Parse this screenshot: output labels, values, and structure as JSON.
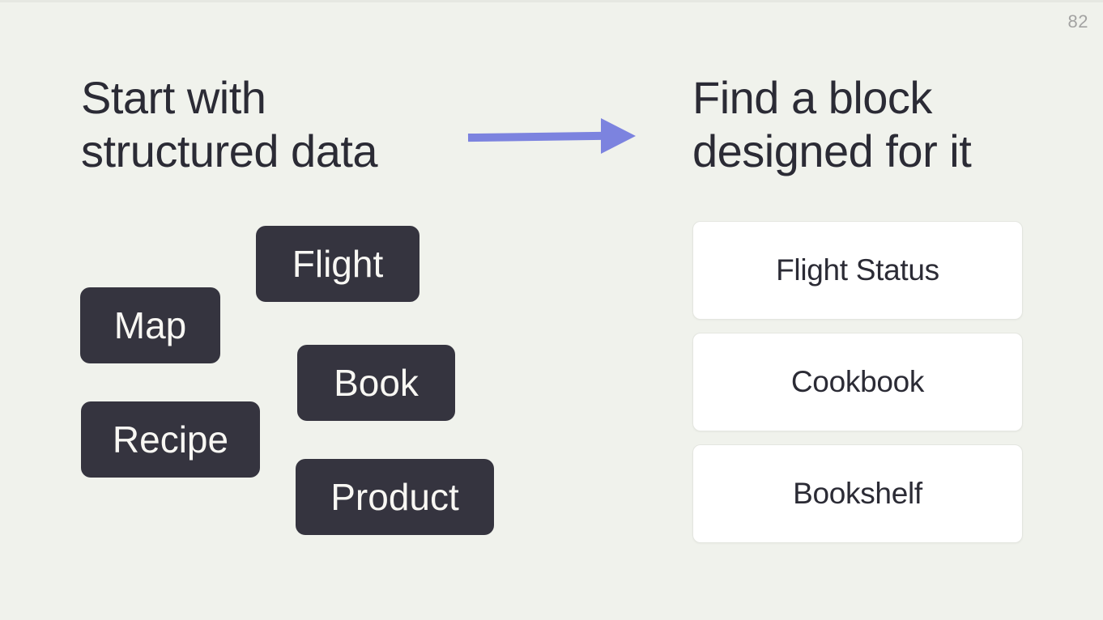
{
  "page": {
    "number": "82"
  },
  "colors": {
    "background": "#f0f2ec",
    "heading_text": "#2b2b35",
    "tag_background": "#35343f",
    "tag_text": "#f8f7f3",
    "card_background": "#ffffff",
    "card_border": "#e4e6e0",
    "card_text": "#2b2b35",
    "arrow": "#7c83df",
    "page_number": "#a3a3a2"
  },
  "left_section": {
    "heading_line1": "Start with",
    "heading_line2": "structured data",
    "tags": [
      {
        "label": "Flight"
      },
      {
        "label": "Map"
      },
      {
        "label": "Book"
      },
      {
        "label": "Recipe"
      },
      {
        "label": "Product"
      }
    ]
  },
  "right_section": {
    "heading_line1": "Find a block",
    "heading_line2": "designed for it",
    "cards": [
      {
        "label": "Flight Status"
      },
      {
        "label": "Cookbook"
      },
      {
        "label": "Bookshelf"
      }
    ]
  }
}
